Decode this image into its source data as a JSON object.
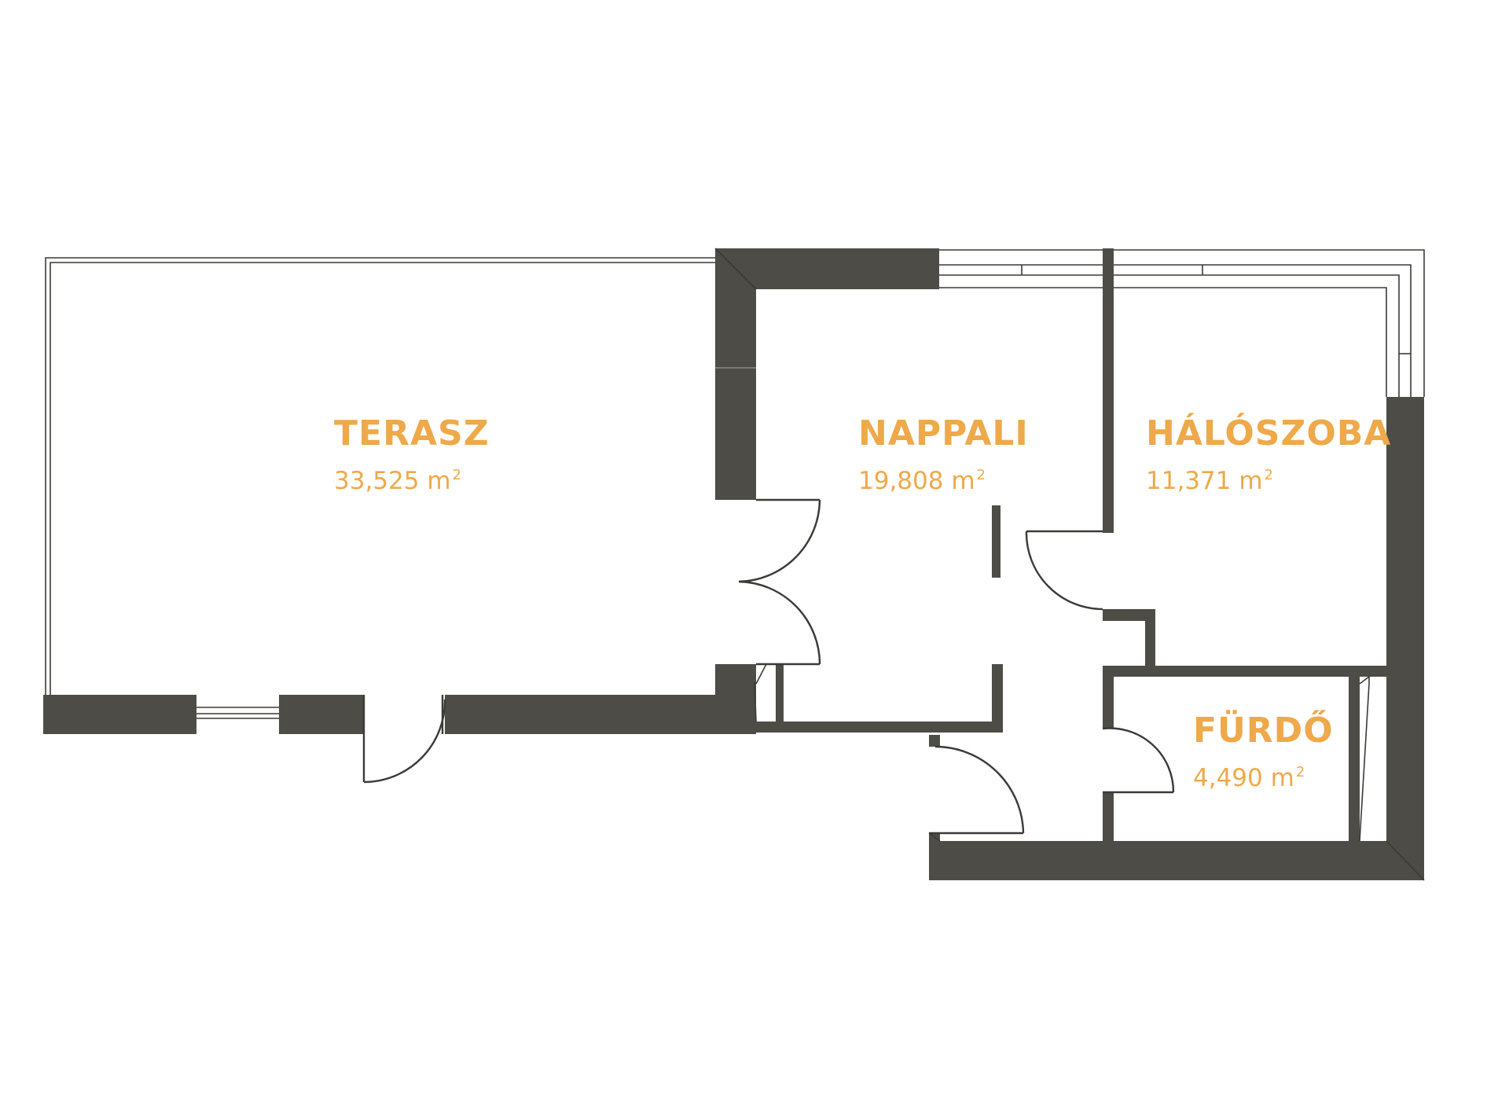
{
  "colors": {
    "accent": "#eea94a",
    "wall": "#4d4c46",
    "background": "#ffffff"
  },
  "rooms": [
    {
      "id": "terasz",
      "name": "TERASZ",
      "area": "33,525 m",
      "unit_sup": "2"
    },
    {
      "id": "nappali",
      "name": "NAPPALI",
      "area": "19,808 m",
      "unit_sup": "2"
    },
    {
      "id": "haloszoba",
      "name": "HÁLÓSZOBA",
      "area": "11,371 m",
      "unit_sup": "2"
    },
    {
      "id": "furdo",
      "name": "FÜRDŐ",
      "area": "4,490 m",
      "unit_sup": "2"
    }
  ]
}
